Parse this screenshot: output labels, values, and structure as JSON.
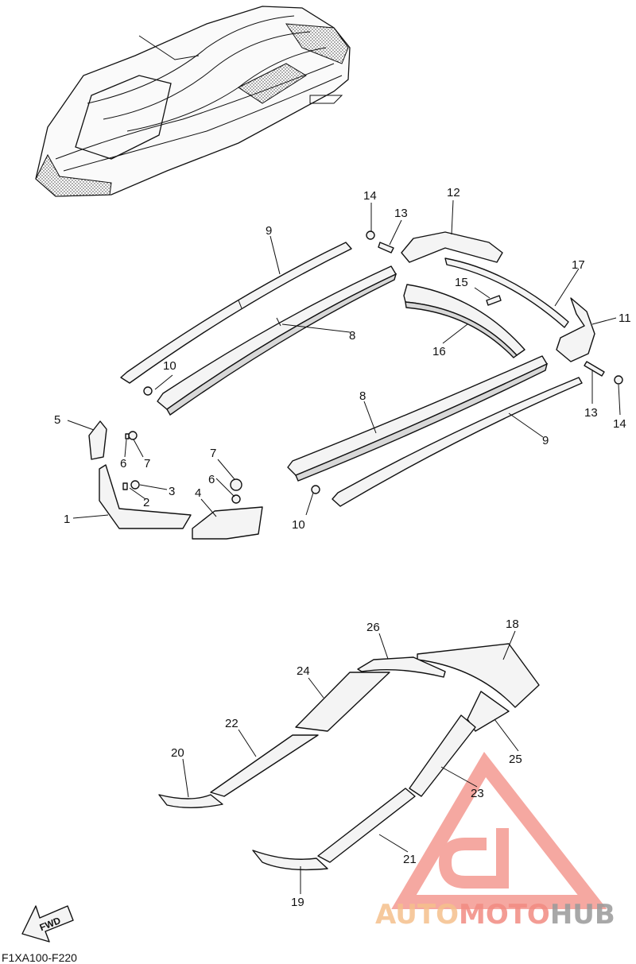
{
  "diagram_code": "F1XA100-F220",
  "watermark": {
    "brand_parts": [
      "AUTO",
      "MOTO",
      "HUB"
    ],
    "colors": {
      "auto": "#f5c08c",
      "moto": "#f28b82",
      "hub": "#9a9a9a",
      "triangle": "#f28b82"
    }
  },
  "fwd_label": "FWD",
  "callouts": [
    {
      "id": "c1",
      "label": "1"
    },
    {
      "id": "c2",
      "label": "2"
    },
    {
      "id": "c3",
      "label": "3"
    },
    {
      "id": "c4",
      "label": "4"
    },
    {
      "id": "c5",
      "label": "5"
    },
    {
      "id": "c6a",
      "label": "6"
    },
    {
      "id": "c6b",
      "label": "6"
    },
    {
      "id": "c7a",
      "label": "7"
    },
    {
      "id": "c7b",
      "label": "7"
    },
    {
      "id": "c8a",
      "label": "8"
    },
    {
      "id": "c8b",
      "label": "8"
    },
    {
      "id": "c9a",
      "label": "9"
    },
    {
      "id": "c9b",
      "label": "9"
    },
    {
      "id": "c10a",
      "label": "10"
    },
    {
      "id": "c10b",
      "label": "10"
    },
    {
      "id": "c11",
      "label": "11"
    },
    {
      "id": "c12",
      "label": "12"
    },
    {
      "id": "c13a",
      "label": "13"
    },
    {
      "id": "c13b",
      "label": "13"
    },
    {
      "id": "c14a",
      "label": "14"
    },
    {
      "id": "c14b",
      "label": "14"
    },
    {
      "id": "c15",
      "label": "15"
    },
    {
      "id": "c16",
      "label": "16"
    },
    {
      "id": "c17",
      "label": "17"
    },
    {
      "id": "c18",
      "label": "18"
    },
    {
      "id": "c19",
      "label": "19"
    },
    {
      "id": "c20",
      "label": "20"
    },
    {
      "id": "c21",
      "label": "21"
    },
    {
      "id": "c22",
      "label": "22"
    },
    {
      "id": "c23",
      "label": "23"
    },
    {
      "id": "c24",
      "label": "24"
    },
    {
      "id": "c25",
      "label": "25"
    },
    {
      "id": "c26",
      "label": "26"
    }
  ]
}
